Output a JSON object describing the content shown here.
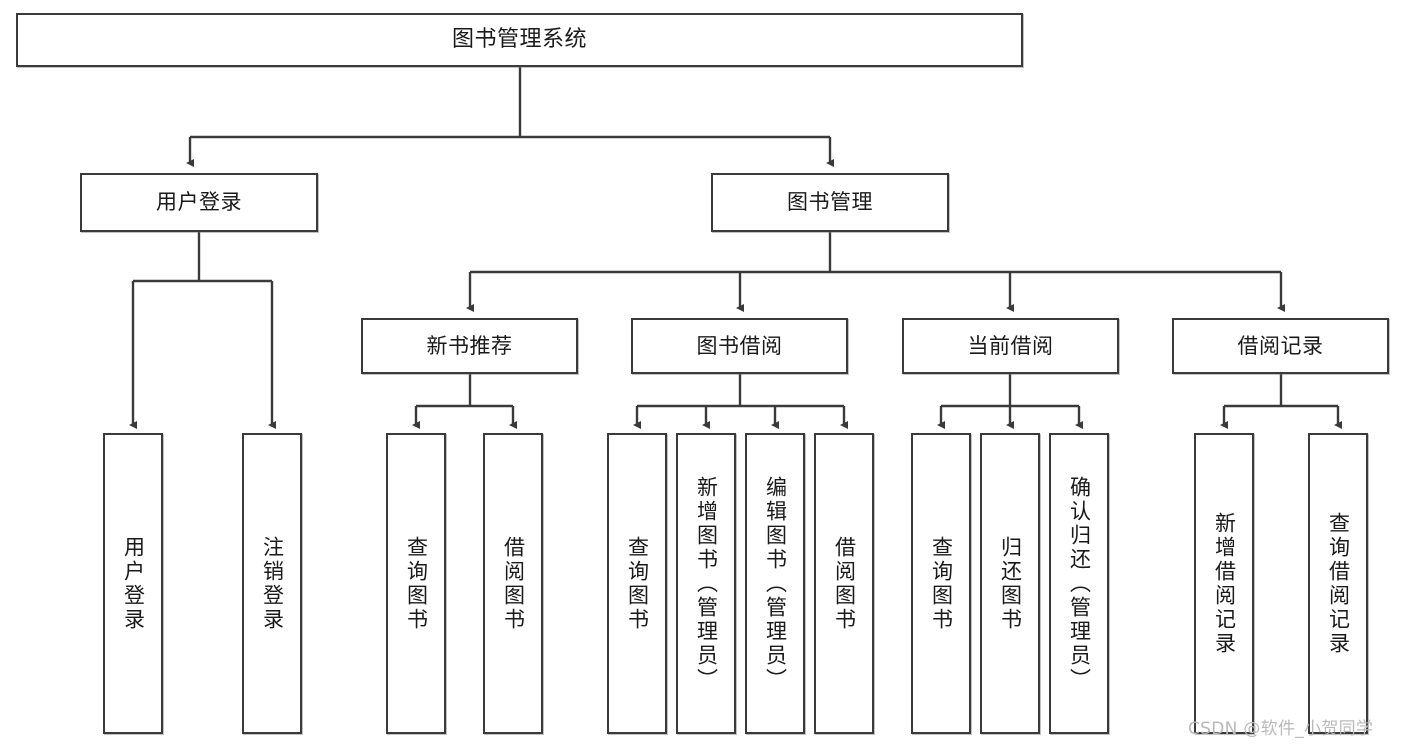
{
  "diagram": {
    "title": "图书管理系统",
    "type": "tree",
    "root": {
      "id": "root",
      "label": "图书管理系统"
    },
    "level2": [
      {
        "id": "user-login",
        "label": "用户登录"
      },
      {
        "id": "book-manage",
        "label": "图书管理"
      }
    ],
    "level3": [
      {
        "id": "new-book-rec",
        "label": "新书推荐",
        "parent": "book-manage"
      },
      {
        "id": "book-borrow",
        "label": "图书借阅",
        "parent": "book-manage"
      },
      {
        "id": "current-borrow",
        "label": "当前借阅",
        "parent": "book-manage"
      },
      {
        "id": "borrow-record",
        "label": "借阅记录",
        "parent": "book-manage"
      }
    ],
    "leaves": [
      {
        "id": "leaf-user-login",
        "label": "用户登录",
        "parent": "user-login"
      },
      {
        "id": "leaf-logout-login",
        "label": "注销登录",
        "parent": "user-login"
      },
      {
        "id": "leaf-query-book-1",
        "label": "查询图书",
        "parent": "new-book-rec"
      },
      {
        "id": "leaf-borrow-book-1",
        "label": "借阅图书",
        "parent": "new-book-rec"
      },
      {
        "id": "leaf-query-book-2",
        "label": "查询图书",
        "parent": "book-borrow"
      },
      {
        "id": "leaf-add-book",
        "label": "新增图书（管理员）",
        "parent": "book-borrow"
      },
      {
        "id": "leaf-edit-book",
        "label": "编辑图书（管理员）",
        "parent": "book-borrow"
      },
      {
        "id": "leaf-borrow-book-2",
        "label": "借阅图书",
        "parent": "book-borrow"
      },
      {
        "id": "leaf-query-book-3",
        "label": "查询图书",
        "parent": "current-borrow"
      },
      {
        "id": "leaf-return-book",
        "label": "归还图书",
        "parent": "current-borrow"
      },
      {
        "id": "leaf-confirm-return",
        "label": "确认归还（管理员）",
        "parent": "current-borrow"
      },
      {
        "id": "leaf-add-record",
        "label": "新增借阅记录",
        "parent": "borrow-record"
      },
      {
        "id": "leaf-query-record",
        "label": "查询借阅记录",
        "parent": "borrow-record"
      }
    ]
  },
  "watermark": {
    "text": "CSDN @软件_小贺同学"
  },
  "colors": {
    "stroke": "#3a3a3a",
    "text": "#1a1a1a",
    "background": "#ffffff",
    "watermark": "#b9b9b9"
  }
}
